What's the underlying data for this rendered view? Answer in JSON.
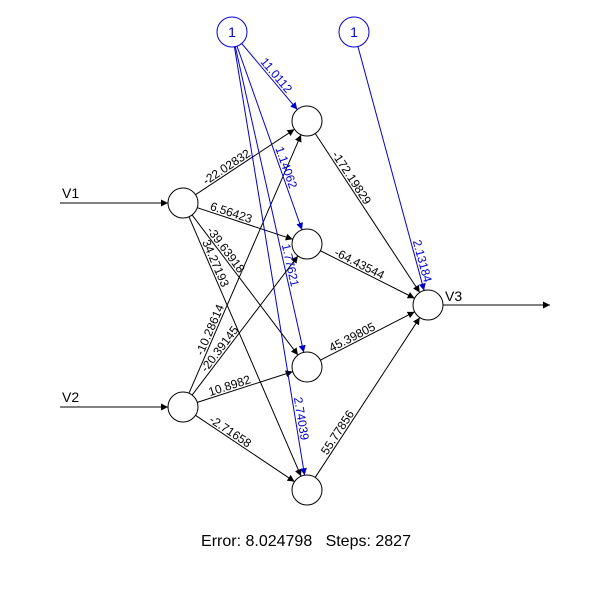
{
  "network": {
    "inputs": [
      {
        "id": "in1",
        "label": "V1"
      },
      {
        "id": "in2",
        "label": "V2"
      }
    ],
    "biases": [
      {
        "id": "b1",
        "label": "1"
      },
      {
        "id": "b2",
        "label": "1"
      }
    ],
    "hidden": [
      {
        "id": "h1"
      },
      {
        "id": "h2"
      },
      {
        "id": "h3"
      },
      {
        "id": "h4"
      }
    ],
    "output": {
      "id": "out",
      "label": "V3"
    },
    "edges": [
      {
        "from": "in1",
        "to": "h1",
        "weight": "-22.02832",
        "bias": false
      },
      {
        "from": "in1",
        "to": "h2",
        "weight": "6.56423",
        "bias": false
      },
      {
        "from": "in1",
        "to": "h3",
        "weight": "-39.63918",
        "bias": false
      },
      {
        "from": "in1",
        "to": "h4",
        "weight": "34.27193",
        "bias": false
      },
      {
        "from": "in2",
        "to": "h1",
        "weight": "-10.28614",
        "bias": false
      },
      {
        "from": "in2",
        "to": "h2",
        "weight": "-20.39145",
        "bias": false
      },
      {
        "from": "in2",
        "to": "h3",
        "weight": "10.8982",
        "bias": false
      },
      {
        "from": "in2",
        "to": "h4",
        "weight": "-2.71658",
        "bias": false
      },
      {
        "from": "h1",
        "to": "out",
        "weight": "-172.19829",
        "bias": false
      },
      {
        "from": "h2",
        "to": "out",
        "weight": "-64.43544",
        "bias": false
      },
      {
        "from": "h3",
        "to": "out",
        "weight": "45.39805",
        "bias": false
      },
      {
        "from": "h4",
        "to": "out",
        "weight": "55.77856",
        "bias": false
      },
      {
        "from": "b1",
        "to": "h1",
        "weight": "11.0112",
        "bias": true
      },
      {
        "from": "b1",
        "to": "h2",
        "weight": "1.14062",
        "bias": true
      },
      {
        "from": "b1",
        "to": "h3",
        "weight": "1.77621",
        "bias": true
      },
      {
        "from": "b1",
        "to": "h4",
        "weight": "2.74039",
        "bias": true
      },
      {
        "from": "b2",
        "to": "out",
        "weight": "2.13184",
        "bias": true
      }
    ]
  },
  "footer": {
    "error_label": "Error:",
    "error_value": "8.024798",
    "steps_label": "Steps:",
    "steps_value": "2827"
  },
  "colors": {
    "bias": "#0000cc",
    "edge": "#000000"
  }
}
